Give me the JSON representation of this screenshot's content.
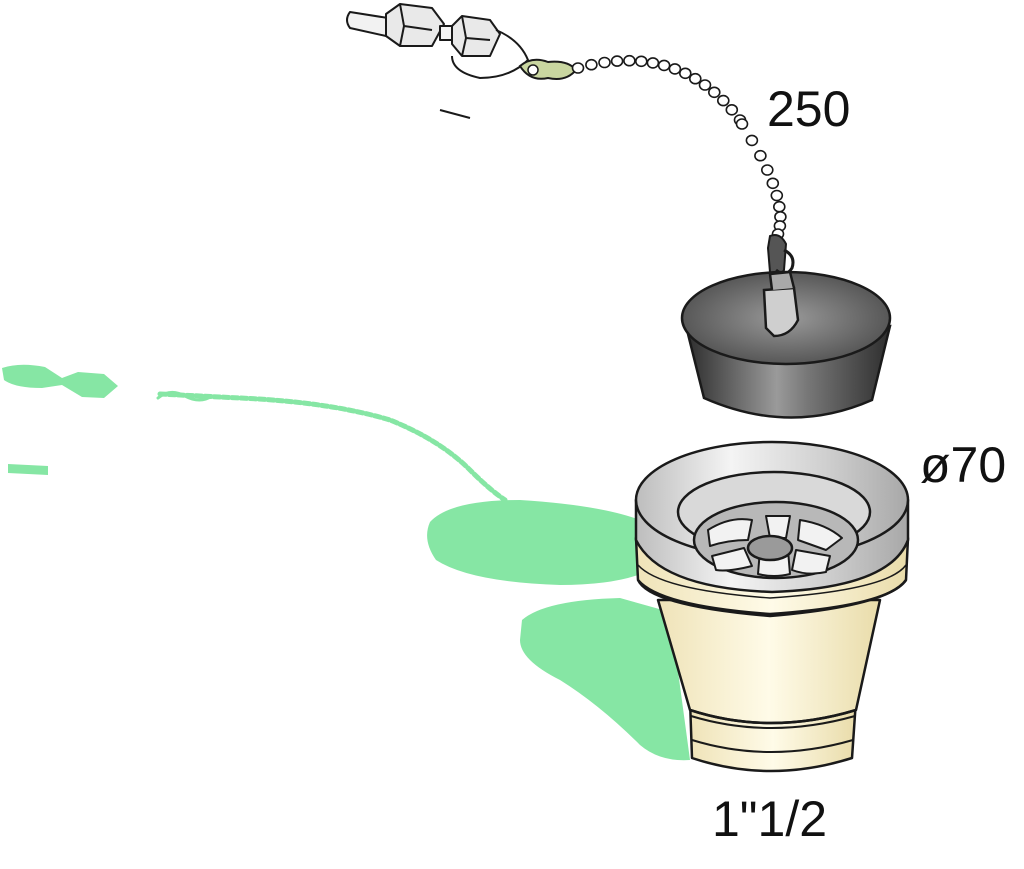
{
  "dimensions": {
    "chain_length": "250",
    "diameter": "ø70",
    "thread_size": "1\"1/2"
  },
  "colors": {
    "shadow": "#86e6a4",
    "outline": "#1a1a1a",
    "plug_dark": "#3a3a3a",
    "plug_mid": "#8a8a8a",
    "chrome_light": "#e8e8e8",
    "chrome_mid": "#b5b5b5",
    "body_cream": "#fbf3d4",
    "link_green": "#c9d6a0"
  }
}
